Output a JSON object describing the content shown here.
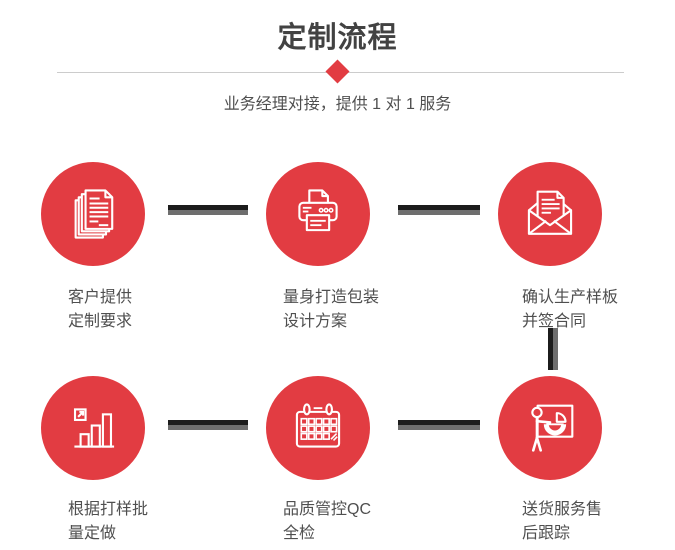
{
  "header": {
    "title": "定制流程",
    "subtitle": "业务经理对接，提供 1 对 1 服务"
  },
  "colors": {
    "accent_red": "#e23c42",
    "title_text": "#424242",
    "body_text": "#4f4f4f",
    "connector_dark": "#1c1c1c",
    "connector_gray": "#6e6e6e",
    "divider_line": "#cccccc",
    "icon_stroke": "#ffffff"
  },
  "steps": [
    {
      "icon": "documents-icon",
      "label1": "客户提供",
      "label2": "定制要求"
    },
    {
      "icon": "printer-icon",
      "label1": "量身打造包装",
      "label2": "设计方案"
    },
    {
      "icon": "envelope-letter-icon",
      "label1": "确认生产样板",
      "label2": "并签合同"
    },
    {
      "icon": "bar-chart-icon",
      "label1": "根据打样批",
      "label2": "量定做"
    },
    {
      "icon": "calendar-icon",
      "label1": "品质管控QC",
      "label2": "全检"
    },
    {
      "icon": "presentation-icon",
      "label1": "送货服务售",
      "label2": "后跟踪"
    }
  ]
}
